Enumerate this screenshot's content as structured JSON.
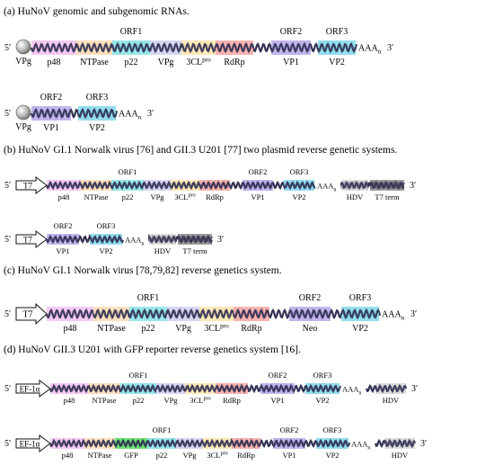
{
  "sections": [
    {
      "id": "a",
      "title": "(a) HuNoV genomic and subgenomic RNAs.",
      "constructs": [
        {
          "id": "a1",
          "start": "vpg",
          "start_label": "VPg",
          "size": "lg",
          "segments": [
            {
              "label": "p48",
              "color": "#f2b8ee",
              "w": 50,
              "cap": "bottom"
            },
            {
              "label": "NTPase",
              "color": "#fbd5a7",
              "w": 40,
              "cap": "bottom"
            },
            {
              "label": "p22",
              "color": "#74dde0",
              "w": 42,
              "cap": "bottom",
              "orf": "ORF1"
            },
            {
              "label": "VPg",
              "color": "#c8c8ec",
              "w": 35,
              "cap": "bottom"
            },
            {
              "label": "3CL",
              "sup": "pro",
              "color": "#fbe0a0",
              "w": 38,
              "cap": "bottom"
            },
            {
              "label": "RdRp",
              "color": "#f49a96",
              "w": 42,
              "cap": "bottom"
            },
            {
              "gap": 20
            },
            {
              "label": "VP1",
              "color": "#ad9ce6",
              "w": 44,
              "cap": "bottom",
              "orf": "ORF2"
            },
            {
              "gap": 8
            },
            {
              "label": "VP2",
              "color": "#6fd2e8",
              "w": 42,
              "cap": "bottom",
              "orf": "ORF3"
            }
          ],
          "tail": "AAA",
          "tail_sub": "n",
          "five": "5′",
          "three": "3′"
        },
        {
          "id": "a2",
          "start": "vpg",
          "start_label": "VPg",
          "size": "lg",
          "segments": [
            {
              "label": "VP1",
              "color": "#ad9ce6",
              "w": 44,
              "cap": "bottom",
              "orf": "ORF2"
            },
            {
              "gap": 8
            },
            {
              "label": "VP2",
              "color": "#6fd2e8",
              "w": 42,
              "cap": "bottom",
              "orf": "ORF3"
            }
          ],
          "tail": "AAA",
          "tail_sub": "n",
          "five": "5′",
          "three": "3′"
        }
      ]
    },
    {
      "id": "b",
      "title": "(b) HuNoV GI.1 Norwalk virus [76] and GII.3 U201 [77] two plasmid reverse genetic systems.",
      "constructs": [
        {
          "id": "b1",
          "start": "arrow",
          "start_label": "T7",
          "size": "sm",
          "segments": [
            {
              "label": "p48",
              "color": "#f2b8ee",
              "w": 38,
              "cap": "bottom"
            },
            {
              "label": "NTPase",
              "color": "#fbd5a7",
              "w": 34,
              "cap": "bottom"
            },
            {
              "label": "p22",
              "color": "#74dde0",
              "w": 36,
              "cap": "bottom",
              "orf": "ORF1"
            },
            {
              "label": "VPg",
              "color": "#c8c8ec",
              "w": 30,
              "cap": "bottom"
            },
            {
              "label": "3CL",
              "sup": "pro",
              "color": "#fbe0a0",
              "w": 32,
              "cap": "bottom"
            },
            {
              "label": "RdRp",
              "color": "#f49a96",
              "w": 34,
              "cap": "bottom"
            },
            {
              "gap": 14
            },
            {
              "label": "VP1",
              "color": "#ad9ce6",
              "w": 34,
              "cap": "bottom",
              "orf": "ORF2"
            },
            {
              "gap": 12
            },
            {
              "label": "VP2",
              "color": "#6fd2e8",
              "w": 34,
              "cap": "bottom",
              "orf": "ORF3"
            }
          ],
          "tail": "AAA",
          "tail_sub": "n",
          "after": [
            {
              "label": "HDV",
              "color": "#d0d0d0",
              "w": 30,
              "cap": "bottom"
            },
            {
              "gap": 2
            },
            {
              "label": "T7 term",
              "color": "#7c7c7c",
              "w": 38,
              "cap": "bottom"
            }
          ],
          "five": "5′",
          "three": "3′"
        },
        {
          "id": "b2",
          "start": "arrow",
          "start_label": "T7",
          "size": "sm",
          "segments": [
            {
              "label": "VP1",
              "color": "#ad9ce6",
              "w": 36,
              "cap": "bottom",
              "orf": "ORF2"
            },
            {
              "gap": 12
            },
            {
              "label": "VP2",
              "color": "#6fd2e8",
              "w": 36,
              "cap": "bottom",
              "orf": "ORF3"
            }
          ],
          "tail": "AAA",
          "tail_sub": "n",
          "after": [
            {
              "label": "HDV",
              "color": "#d0d0d0",
              "w": 30,
              "cap": "bottom"
            },
            {
              "gap": 2
            },
            {
              "label": "T7 term",
              "color": "#7c7c7c",
              "w": 38,
              "cap": "bottom"
            }
          ],
          "five": "5′",
          "three": "3′"
        }
      ]
    },
    {
      "id": "c",
      "title": "(c) HuNoV GI.1 Norwalk virus [78,79,82] reverse genetics system.",
      "constructs": [
        {
          "id": "c1",
          "start": "arrow",
          "start_label": "T7",
          "size": "lg",
          "segments": [
            {
              "label": "p48",
              "color": "#f2b8ee",
              "w": 52,
              "cap": "bottom"
            },
            {
              "label": "NTPase",
              "color": "#fbd5a7",
              "w": 40,
              "cap": "bottom"
            },
            {
              "label": "p22",
              "color": "#74dde0",
              "w": 42,
              "cap": "bottom",
              "orf": "ORF1"
            },
            {
              "label": "VPg",
              "color": "#c8c8ec",
              "w": 36,
              "cap": "bottom"
            },
            {
              "label": "3CL",
              "sup": "pro",
              "color": "#fbe0a0",
              "w": 38,
              "cap": "bottom"
            },
            {
              "label": "RdRp",
              "color": "#f49a96",
              "w": 40,
              "cap": "bottom"
            },
            {
              "gap": 22
            },
            {
              "label": "Neo",
              "color": "#ad9ce6",
              "w": 46,
              "cap": "bottom",
              "orf": "ORF2"
            },
            {
              "gap": 12
            },
            {
              "label": "VP2",
              "color": "#6fd2e8",
              "w": 42,
              "cap": "bottom",
              "orf": "ORF3"
            }
          ],
          "tail": "AAA",
          "tail_sub": "n",
          "five": "5′",
          "three": "3′"
        }
      ]
    },
    {
      "id": "d",
      "title": "(d) HuNoV GII.3 U201 with GFP reporter reverse genetics system [16].",
      "constructs": [
        {
          "id": "d1",
          "start": "arrow",
          "start_label": "EF-1α",
          "size": "sm",
          "segments": [
            {
              "label": "p48",
              "color": "#f2b8ee",
              "w": 42,
              "cap": "bottom"
            },
            {
              "label": "NTPase",
              "color": "#fbd5a7",
              "w": 36,
              "cap": "bottom"
            },
            {
              "label": "p22",
              "color": "#74dde0",
              "w": 40,
              "cap": "bottom",
              "orf": "ORF1"
            },
            {
              "label": "VPg",
              "color": "#c8c8ec",
              "w": 32,
              "cap": "bottom"
            },
            {
              "label": "3CL",
              "sup": "pro",
              "color": "#fbe0a0",
              "w": 34,
              "cap": "bottom"
            },
            {
              "label": "RdRp",
              "color": "#f49a96",
              "w": 36,
              "cap": "bottom"
            },
            {
              "gap": 14
            },
            {
              "label": "VP1",
              "color": "#ad9ce6",
              "w": 38,
              "cap": "bottom",
              "orf": "ORF2"
            },
            {
              "gap": 12
            },
            {
              "label": "VP2",
              "color": "#6fd2e8",
              "w": 38,
              "cap": "bottom",
              "orf": "ORF3"
            }
          ],
          "tail": "AAA",
          "tail_sub": "n",
          "after": [
            {
              "gap": 10
            },
            {
              "label": "HDV",
              "color": "#d0d0d0",
              "w": 34,
              "cap": "bottom"
            }
          ],
          "five": "5′",
          "three": "3′"
        },
        {
          "id": "d2",
          "start": "arrow",
          "start_label": "EF-1α",
          "size": "sm",
          "segments": [
            {
              "label": "p48",
              "color": "#f2b8ee",
              "w": 38,
              "cap": "bottom"
            },
            {
              "label": "NTPase",
              "color": "#fbd5a7",
              "w": 34,
              "cap": "bottom"
            },
            {
              "label": "GFP",
              "color": "#3cd646",
              "w": 36,
              "cap": "bottom"
            },
            {
              "label": "p22",
              "color": "#74dde0",
              "w": 32,
              "cap": "bottom",
              "orf": "ORF1"
            },
            {
              "label": "VPg",
              "color": "#c8c8ec",
              "w": 30,
              "cap": "bottom"
            },
            {
              "label": "3CL",
              "sup": "pro",
              "color": "#fbe0a0",
              "w": 32,
              "cap": "bottom"
            },
            {
              "label": "RdRp",
              "color": "#f49a96",
              "w": 32,
              "cap": "bottom"
            },
            {
              "gap": 14
            },
            {
              "label": "VP1",
              "color": "#ad9ce6",
              "w": 36,
              "cap": "bottom",
              "orf": "ORF2"
            },
            {
              "gap": 12
            },
            {
              "label": "VP2",
              "color": "#6fd2e8",
              "w": 36,
              "cap": "bottom",
              "orf": "ORF3"
            }
          ],
          "tail": "AAA",
          "tail_sub": "n",
          "after": [
            {
              "gap": 10
            },
            {
              "label": "HDV",
              "color": "#d0d0d0",
              "w": 34,
              "cap": "bottom"
            }
          ],
          "five": "5′",
          "three": "3′"
        }
      ]
    }
  ],
  "colors": {
    "wave": "#333355",
    "text": "#111111"
  }
}
